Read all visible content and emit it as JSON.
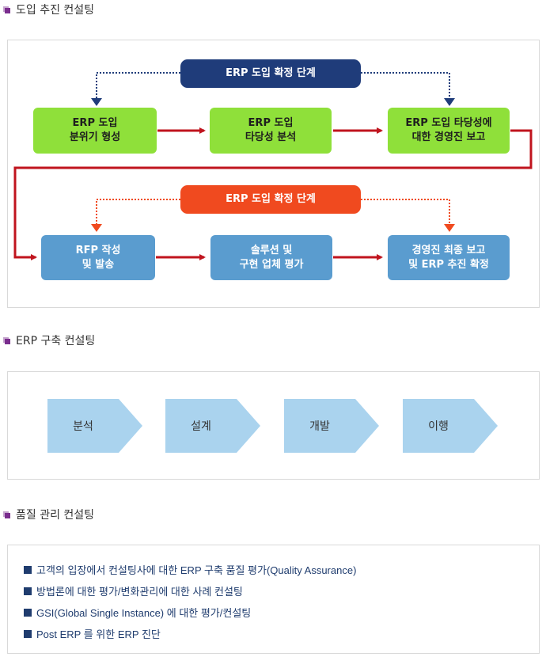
{
  "sections": {
    "intro": {
      "title": "도입 추진 컨설팅"
    },
    "build": {
      "title": "ERP 구축 컨설팅"
    },
    "quality": {
      "title": "품질 관리 컨설팅"
    }
  },
  "intro_flow": {
    "stage1_label": "ERP 도입 확정 단계",
    "stage2_label": "ERP 도입 확정 단계",
    "row1": [
      {
        "line1": "ERP 도입",
        "line2": "분위기 형성"
      },
      {
        "line1": "ERP 도입",
        "line2": "타당성 분석"
      },
      {
        "line1": "ERP 도입 타당성에",
        "line2": "대한 경영진 보고"
      }
    ],
    "row2": [
      {
        "line1": "RFP 작성",
        "line2": "및 발송"
      },
      {
        "line1": "솔루션 및",
        "line2": "구현 업체 평가"
      },
      {
        "line1": "경영진 최종 보고",
        "line2": "및 ERP 추진 확정"
      }
    ]
  },
  "build_steps": [
    "분석",
    "설계",
    "개발",
    "이행"
  ],
  "quality_items": [
    "고객의 입장에서 컨설팅사에 대한 ERP 구축 품질 평가(Quality Assurance)",
    "방법론에 대한 평가/변화관리에 대한 사례 컨설팅",
    "GSI(Global Single Instance) 에 대한 평가/컨설팅",
    "Post ERP 를 위한 ERP 진단"
  ],
  "colors": {
    "green_box": "#8fe03a",
    "blue_box": "#5a9ccf",
    "navy_pill": "#1f3c7a",
    "red_pill": "#f04a1f",
    "flow_arrow": "#c0141e",
    "chevron": "#aad3ee",
    "bullet_text": "#1f3c6e"
  }
}
